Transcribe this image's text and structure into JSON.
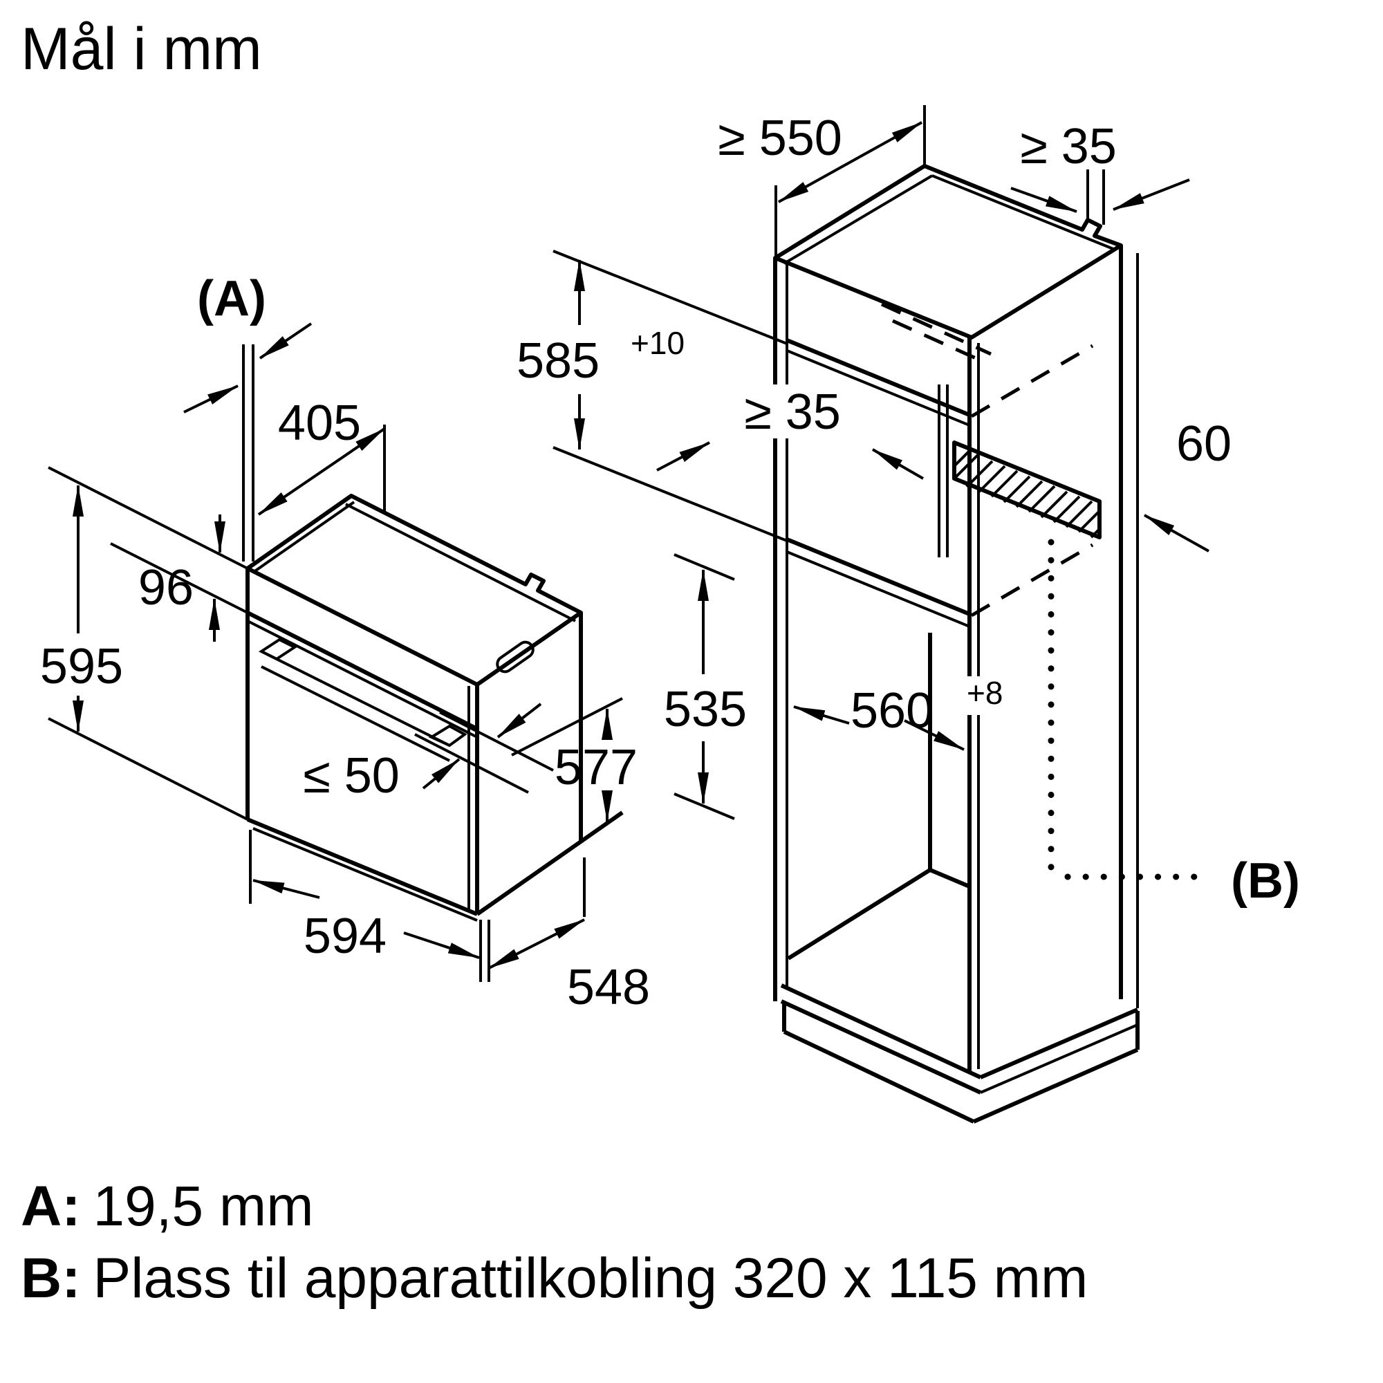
{
  "title": "Mål i mm",
  "dims": {
    "a_ref": "(A)",
    "d405": "405",
    "d96": "96",
    "d595": "595",
    "le50": "≤ 50",
    "d577": "577",
    "d594": "594",
    "d548": "548",
    "d535": "535",
    "d560": "560",
    "d560_tol": "+8",
    "d585": "585",
    "d585_tol": "+10",
    "ge550": "≥ 550",
    "ge35_top": "≥ 35",
    "ge35_mid": "≥ 35",
    "d60": "60",
    "b_ref": "(B)"
  },
  "legend": {
    "a_key": "A:",
    "a_value": "19,5 mm",
    "b_key": "B:",
    "b_value": "Plass til apparattilkobling 320 x 115 mm"
  },
  "colors": {
    "line": "#000000",
    "background": "#ffffff"
  }
}
